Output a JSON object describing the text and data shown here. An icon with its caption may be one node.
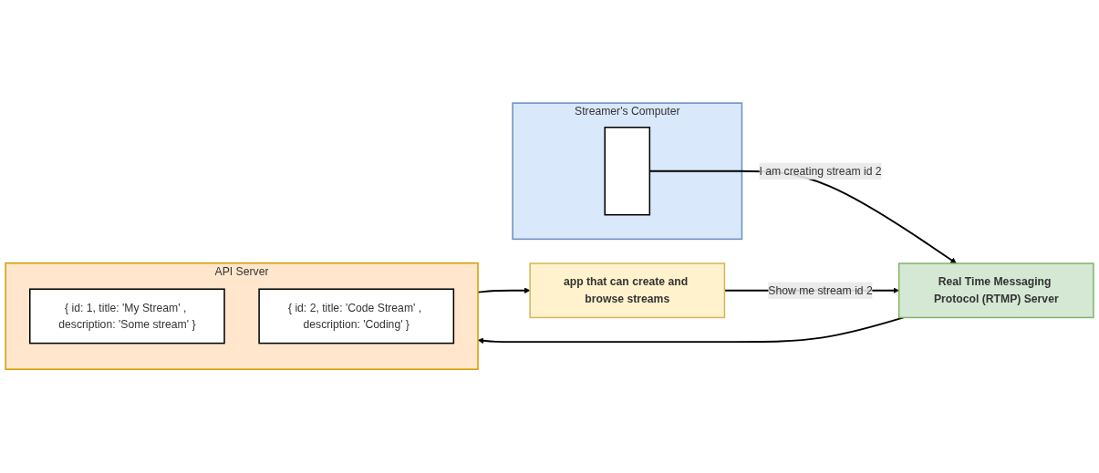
{
  "diagram": {
    "nodes": [
      {
        "text": [
          "Streamer's Computer"
        ]
      },
      {
        "text": [],
        "shape": "box",
        "in": 0
      },
      {
        "text": [
          "API Server"
        ]
      },
      {
        "text": [
          "{ id: 1, title: 'My Stream' , description: 'Some stream' }"
        ],
        "in": 2
      },
      {
        "text": [
          "{ id: 2, title: 'Code Stream' , description: 'Coding' }"
        ],
        "in": 2
      },
      {
        "text": [
          "Real Time Messaging Protocol (RTMP) Server"
        ]
      },
      {
        "text": [
          "app that can create and browse streams"
        ]
      }
    ],
    "edges": [
      {
        "from": 1,
        "to": 5,
        "arrow": "to",
        "label": "I am creating stream id 2"
      },
      {
        "from": 5,
        "to": 2,
        "arrow": "to"
      },
      {
        "from": 2,
        "to": 6,
        "arrow": "to"
      },
      {
        "from": 6,
        "to": 5,
        "arrow": "to",
        "label": "Show me stream id 2"
      }
    ]
  }
}
